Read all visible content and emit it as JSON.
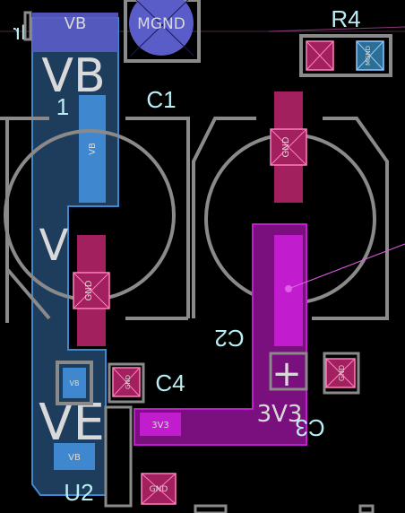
{
  "colors": {
    "background": "#000000",
    "silkscreen": "#8a8a8a",
    "ref_text": "#b9eef4",
    "net_vb": "#3f88cf",
    "net_3v3": "#c21ccf",
    "net_gnd": "#a3205e",
    "pad_outline": "#ff7fbf",
    "ratsnest": "#e060e8"
  },
  "designators": {
    "r4": "R4",
    "c1": "C1",
    "c2": "C2",
    "c3": "C3",
    "c4": "C4",
    "u2": "U2",
    "pin1": "1",
    "partial": "Ir"
  },
  "net_labels": {
    "vb_top": "VB",
    "mgnd": "MGND",
    "vb_large": "VB",
    "vb_c1": "VB",
    "gnd_c1": "GND",
    "gnd_c2": "GND",
    "gnd_c4": "GND",
    "gnd_c3": "GND",
    "gnd_bottom": "GND",
    "r4_mgnd": "MGND",
    "vb_u2_left": "VB",
    "vb_u2_bottom": "VB",
    "v_large": "V",
    "ve_large": "VE",
    "plus": "+",
    "net_3v3_trace": "3V3",
    "net_3v3_large": "3V3"
  },
  "icons": {
    "pad_marker": "cross-box-icon"
  }
}
